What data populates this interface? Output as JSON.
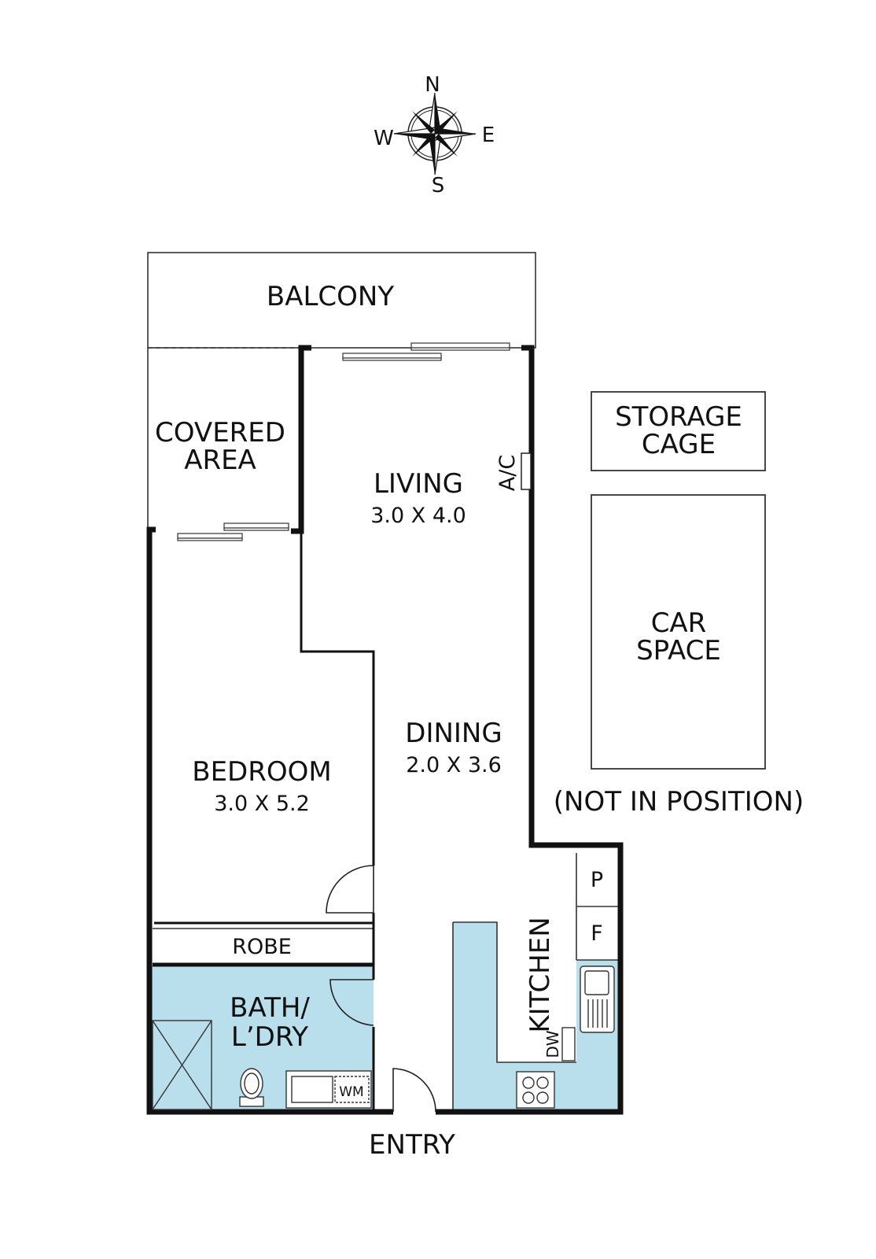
{
  "compass": {
    "north": "N",
    "south": "S",
    "east": "E",
    "west": "W"
  },
  "rooms": {
    "balcony": "BALCONY",
    "covered_line1": "COVERED",
    "covered_line2": "AREA",
    "living": "LIVING",
    "living_dim": "3.0 X 4.0",
    "ac": "A/C",
    "dining": "DINING",
    "dining_dim": "2.0 X 3.6",
    "bedroom": "BEDROOM",
    "bedroom_dim": "3.0 X 5.2",
    "robe": "ROBE",
    "bath_line1": "BATH/",
    "bath_line2": "L’DRY",
    "wm": "WM",
    "kitchen": "KITCHEN",
    "dw": "DW",
    "pantry": "P",
    "fridge": "F",
    "entry": "ENTRY"
  },
  "external": {
    "storage_line1": "STORAGE",
    "storage_line2": "CAGE",
    "car_line1": "CAR",
    "car_line2": "SPACE",
    "note": "(NOT IN POSITION)"
  },
  "colors": {
    "wet_area": "#b9dfec",
    "wall": "#111111",
    "line": "#333333"
  }
}
